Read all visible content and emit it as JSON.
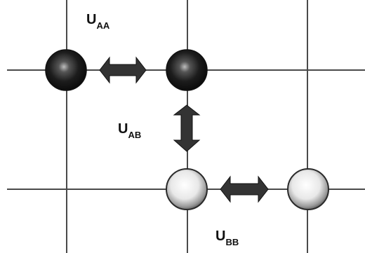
{
  "diagram": {
    "labels": {
      "aa": {
        "main": "U",
        "sub": "AA"
      },
      "ab": {
        "main": "U",
        "sub": "AB"
      },
      "bb": {
        "main": "U",
        "sub": "BB"
      }
    },
    "colors": {
      "background": "#ffffff",
      "grid": "#4a4a4a",
      "arrow": "#333333",
      "atom_a": "#1a1a1a",
      "atom_b": "#f2f2f2"
    }
  }
}
